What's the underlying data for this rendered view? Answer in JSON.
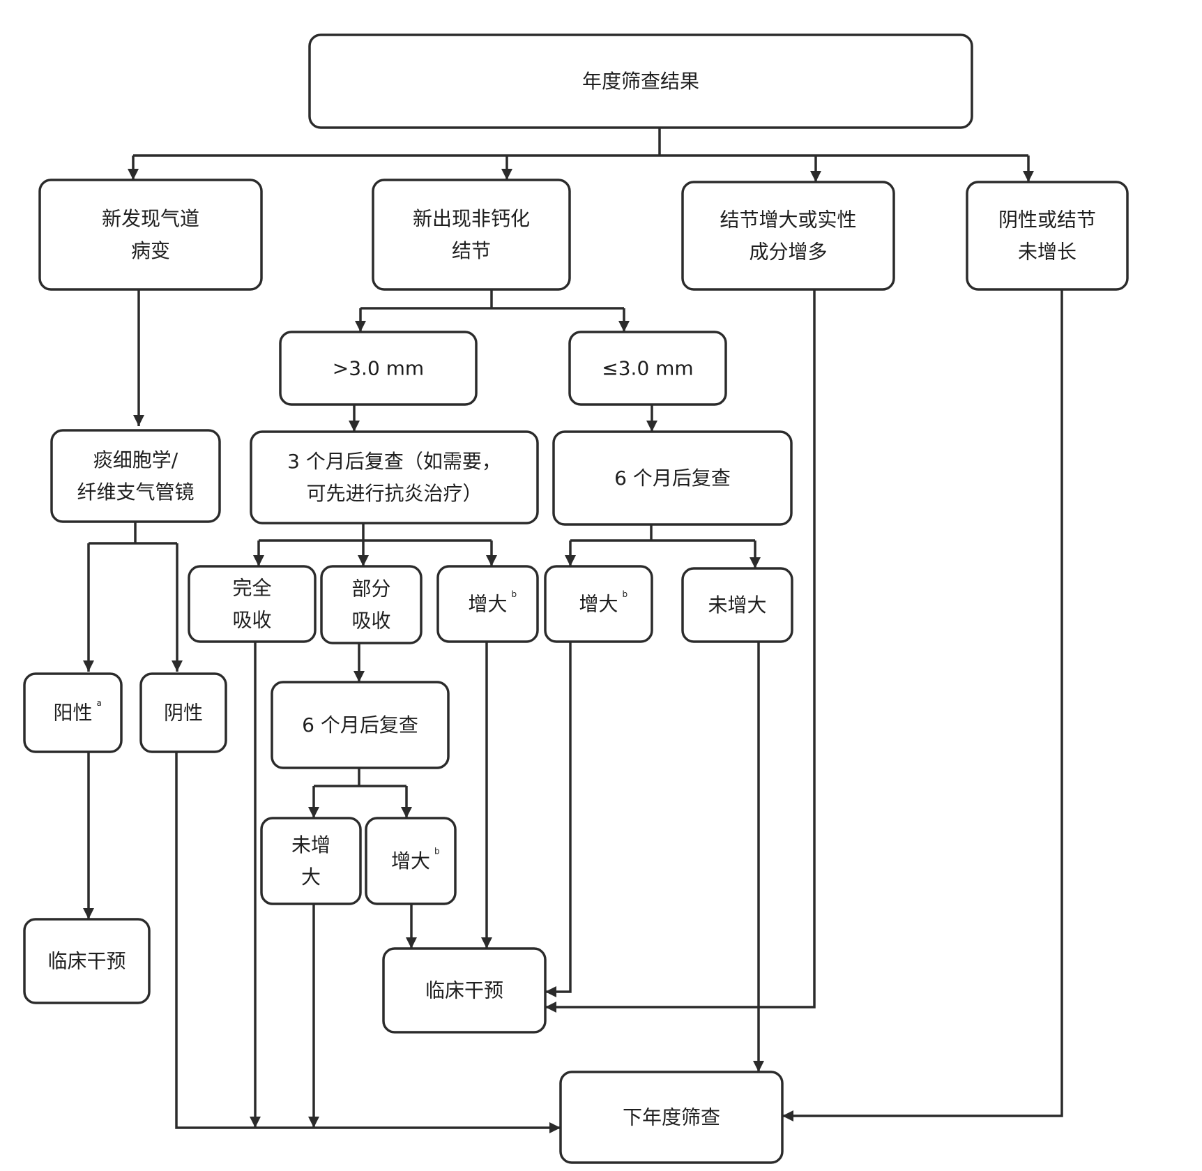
{
  "nodes": {
    "root": {
      "lines": [
        "年度筛查结果"
      ]
    },
    "airway": {
      "lines": [
        "新发现气道",
        "病变"
      ]
    },
    "nodule": {
      "lines": [
        "新出现非钙化",
        "结节"
      ]
    },
    "growth": {
      "lines": [
        "结节增大或实性",
        "成分增多"
      ]
    },
    "negative_nogrowth": {
      "lines": [
        "阴性或结节",
        "未增长"
      ]
    },
    "gt3": {
      "lines": [
        ">3.0 mm"
      ]
    },
    "le3": {
      "lines": [
        "≤3.0 mm"
      ]
    },
    "sputum": {
      "lines": [
        "痰细胞学/",
        "纤维支气管镜"
      ]
    },
    "recheck3": {
      "lines": [
        "3 个月后复查（如需要，",
        "可先进行抗炎治疗）"
      ]
    },
    "recheck6a": {
      "lines": [
        "6 个月后复查"
      ]
    },
    "full_absorb": {
      "lines": [
        "完全",
        "吸收"
      ]
    },
    "partial_absorb": {
      "lines": [
        "部分",
        "吸收"
      ]
    },
    "enlarge_a": {
      "lines": [
        "增大"
      ],
      "sup": "b"
    },
    "enlarge_b": {
      "lines": [
        "增大"
      ],
      "sup": "b"
    },
    "not_enlarge_a": {
      "lines": [
        "未增大"
      ]
    },
    "positive": {
      "lines": [
        "阳性"
      ],
      "sup": "a"
    },
    "negative": {
      "lines": [
        "阴性"
      ]
    },
    "recheck6b": {
      "lines": [
        "6 个月后复查"
      ]
    },
    "not_enlarge_b": {
      "lines": [
        "未增",
        "大"
      ]
    },
    "enlarge_c": {
      "lines": [
        "增大"
      ],
      "sup": "b"
    },
    "clinical_left": {
      "lines": [
        "临床干预"
      ]
    },
    "clinical_mid": {
      "lines": [
        "临床干预"
      ]
    },
    "next_screen": {
      "lines": [
        "下年度筛查"
      ]
    }
  }
}
